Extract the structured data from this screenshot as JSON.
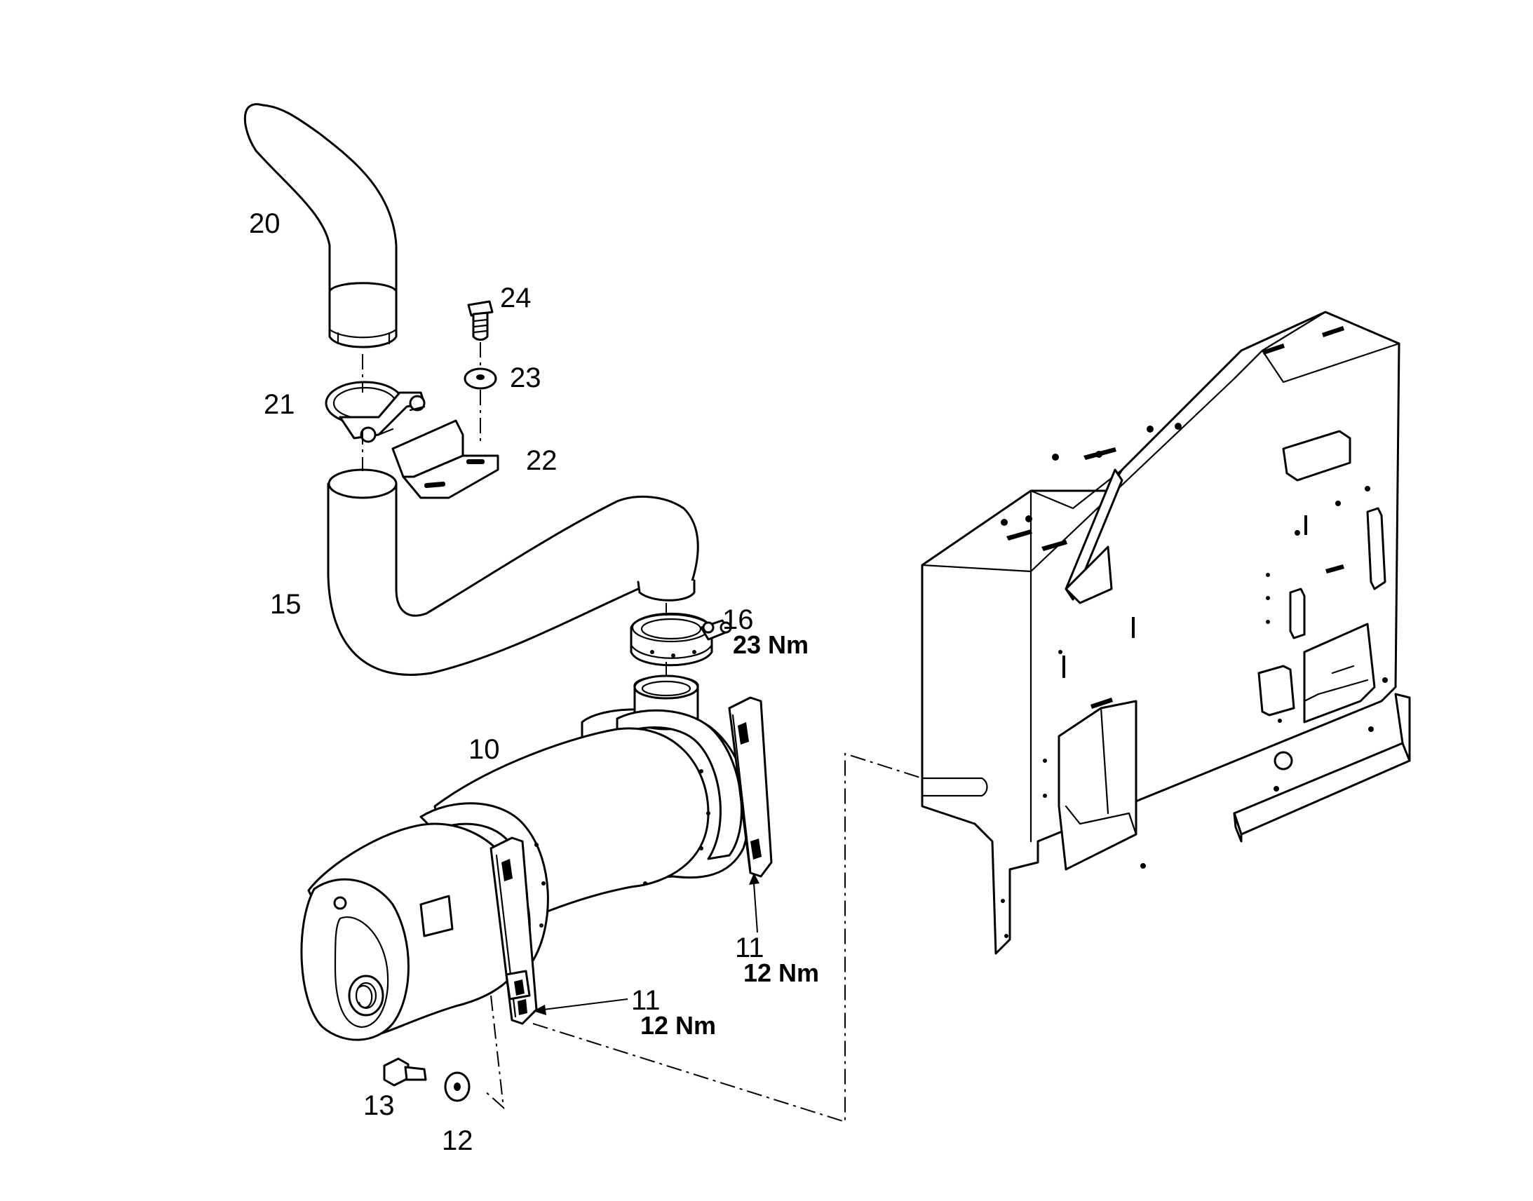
{
  "callouts": {
    "c10": "10",
    "c11a": "11",
    "c11b": "11",
    "c12": "12",
    "c13": "13",
    "c15": "15",
    "c16": "16",
    "c20": "20",
    "c21": "21",
    "c22": "22",
    "c23": "23",
    "c24": "24"
  },
  "torques": {
    "t16": "23 Nm",
    "t11a": "12 Nm",
    "t11b": "12 Nm"
  }
}
